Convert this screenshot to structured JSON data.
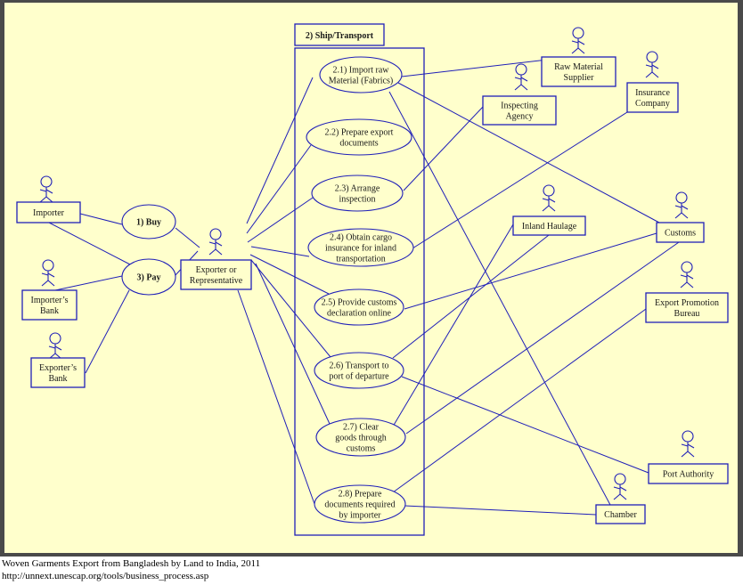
{
  "colors": {
    "background": "#ffffcc",
    "line": "#1f1fb8",
    "frame": "#4a4a4a",
    "text": "#1a1a1a"
  },
  "system_boundary": {
    "label": "2) Ship/Transport"
  },
  "actors": [
    {
      "id": "importer",
      "lines": [
        "Importer"
      ]
    },
    {
      "id": "importers-bank",
      "lines": [
        "Importer’s",
        "Bank"
      ]
    },
    {
      "id": "exporters-bank",
      "lines": [
        "Exporter’s",
        "Bank"
      ]
    },
    {
      "id": "exporter",
      "lines": [
        "Exporter  or",
        "Representative"
      ]
    },
    {
      "id": "raw-material-supplier",
      "lines": [
        "Raw Material",
        "Supplier"
      ]
    },
    {
      "id": "inspecting-agency",
      "lines": [
        "Inspecting",
        "Agency"
      ]
    },
    {
      "id": "insurance-company",
      "lines": [
        "Insurance",
        "Company"
      ]
    },
    {
      "id": "inland-haulage",
      "lines": [
        "Inland Haulage"
      ]
    },
    {
      "id": "customs",
      "lines": [
        "Customs"
      ]
    },
    {
      "id": "export-promotion-bureau",
      "lines": [
        "Export Promotion",
        "Bureau"
      ]
    },
    {
      "id": "port-authority",
      "lines": [
        "Port  Authority"
      ]
    },
    {
      "id": "chamber",
      "lines": [
        "Chamber"
      ]
    }
  ],
  "use_cases": [
    {
      "id": "buy",
      "lines": [
        "1) Buy"
      ],
      "bold": true
    },
    {
      "id": "pay",
      "lines": [
        "3) Pay"
      ],
      "bold": true
    },
    {
      "id": "uc-2-1",
      "lines": [
        "2.1) Import raw",
        "Material (Fabrics)"
      ]
    },
    {
      "id": "uc-2-2",
      "lines": [
        "2.2) Prepare export",
        "documents"
      ]
    },
    {
      "id": "uc-2-3",
      "lines": [
        "2.3) Arrange",
        "inspection"
      ]
    },
    {
      "id": "uc-2-4",
      "lines": [
        "2.4) Obtain cargo",
        "insurance for inland",
        "transportation"
      ]
    },
    {
      "id": "uc-2-5",
      "lines": [
        "2.5) Provide customs",
        "declaration online"
      ]
    },
    {
      "id": "uc-2-6",
      "lines": [
        "2.6) Transport to",
        "port of departure"
      ]
    },
    {
      "id": "uc-2-7",
      "lines": [
        "2.7) Clear",
        "goods through",
        "customs"
      ]
    },
    {
      "id": "uc-2-8",
      "lines": [
        "2.8) Prepare",
        "documents required",
        "by importer"
      ]
    }
  ],
  "associations": [
    [
      "importer",
      "buy"
    ],
    [
      "importer",
      "pay"
    ],
    [
      "importers-bank",
      "pay"
    ],
    [
      "exporters-bank",
      "pay"
    ],
    [
      "exporter",
      "buy"
    ],
    [
      "exporter",
      "pay"
    ],
    [
      "exporter",
      "uc-2-1"
    ],
    [
      "exporter",
      "uc-2-2"
    ],
    [
      "exporter",
      "uc-2-3"
    ],
    [
      "exporter",
      "uc-2-4"
    ],
    [
      "exporter",
      "uc-2-5"
    ],
    [
      "exporter",
      "uc-2-6"
    ],
    [
      "exporter",
      "uc-2-7"
    ],
    [
      "exporter",
      "uc-2-8"
    ],
    [
      "uc-2-1",
      "raw-material-supplier"
    ],
    [
      "uc-2-1",
      "customs"
    ],
    [
      "uc-2-1",
      "chamber"
    ],
    [
      "uc-2-3",
      "inspecting-agency"
    ],
    [
      "uc-2-4",
      "insurance-company"
    ],
    [
      "uc-2-5",
      "customs"
    ],
    [
      "uc-2-6",
      "inland-haulage"
    ],
    [
      "uc-2-6",
      "port-authority"
    ],
    [
      "uc-2-7",
      "inland-haulage"
    ],
    [
      "uc-2-7",
      "customs"
    ],
    [
      "uc-2-8",
      "export-promotion-bureau"
    ],
    [
      "uc-2-8",
      "chamber"
    ]
  ],
  "caption": {
    "title": "Woven Garments Export from Bangladesh by Land to India, 2011",
    "url": "http://unnext.unescap.org/tools/business_process.asp"
  }
}
